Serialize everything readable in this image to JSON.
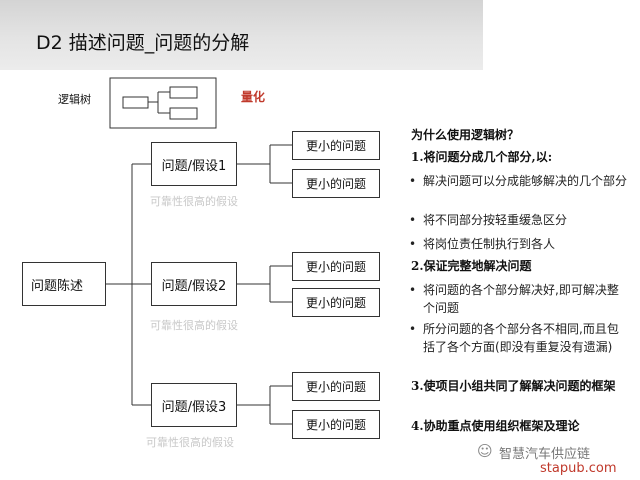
{
  "header": {
    "title": "D2  描述问题_问题的分解"
  },
  "legend": {
    "label": "逻辑树",
    "quant_label": "量化"
  },
  "tree": {
    "root": "问题陈述",
    "branches": [
      {
        "hypothesis": "问题/假设1",
        "note": "可靠性很高的假设",
        "children": [
          "更小的问题",
          "更小的问题"
        ]
      },
      {
        "hypothesis": "问题/假设2",
        "note": "可靠性很高的假设",
        "children": [
          "更小的问题",
          "更小的问题"
        ]
      },
      {
        "hypothesis": "问题/假设3",
        "note": "可靠性很高的假设",
        "children": [
          "更小的问题",
          "更小的问题"
        ]
      }
    ]
  },
  "panel": {
    "heading": "为什么使用逻辑树？",
    "sections": [
      {
        "title": "1.将问题分成几个部分,以:",
        "bullets": [
          "解决问题可以分成能够解决的几个部分",
          "将不同部分按轻重缓急区分",
          "将岗位责任制执行到各人"
        ]
      },
      {
        "title": "2.保证完整地解决问题",
        "bullets": [
          "将问题的各个部分解决好,即可解决整个问题",
          "所分问题的各个部分各不相同,而且包括了各个方面(即没有重复没有遗漏)"
        ]
      },
      {
        "title": "3.使项目小组共同了解解决问题的框架",
        "bullets": []
      },
      {
        "title": "4.协助重点使用组织框架及理论",
        "bullets": []
      }
    ]
  },
  "watermark": {
    "wechat": "智慧汽车供应链",
    "url": "stapub.com"
  },
  "colors": {
    "accent_red": "#c0392b",
    "faded_text": "#c8c8c8",
    "line": "#333333"
  }
}
